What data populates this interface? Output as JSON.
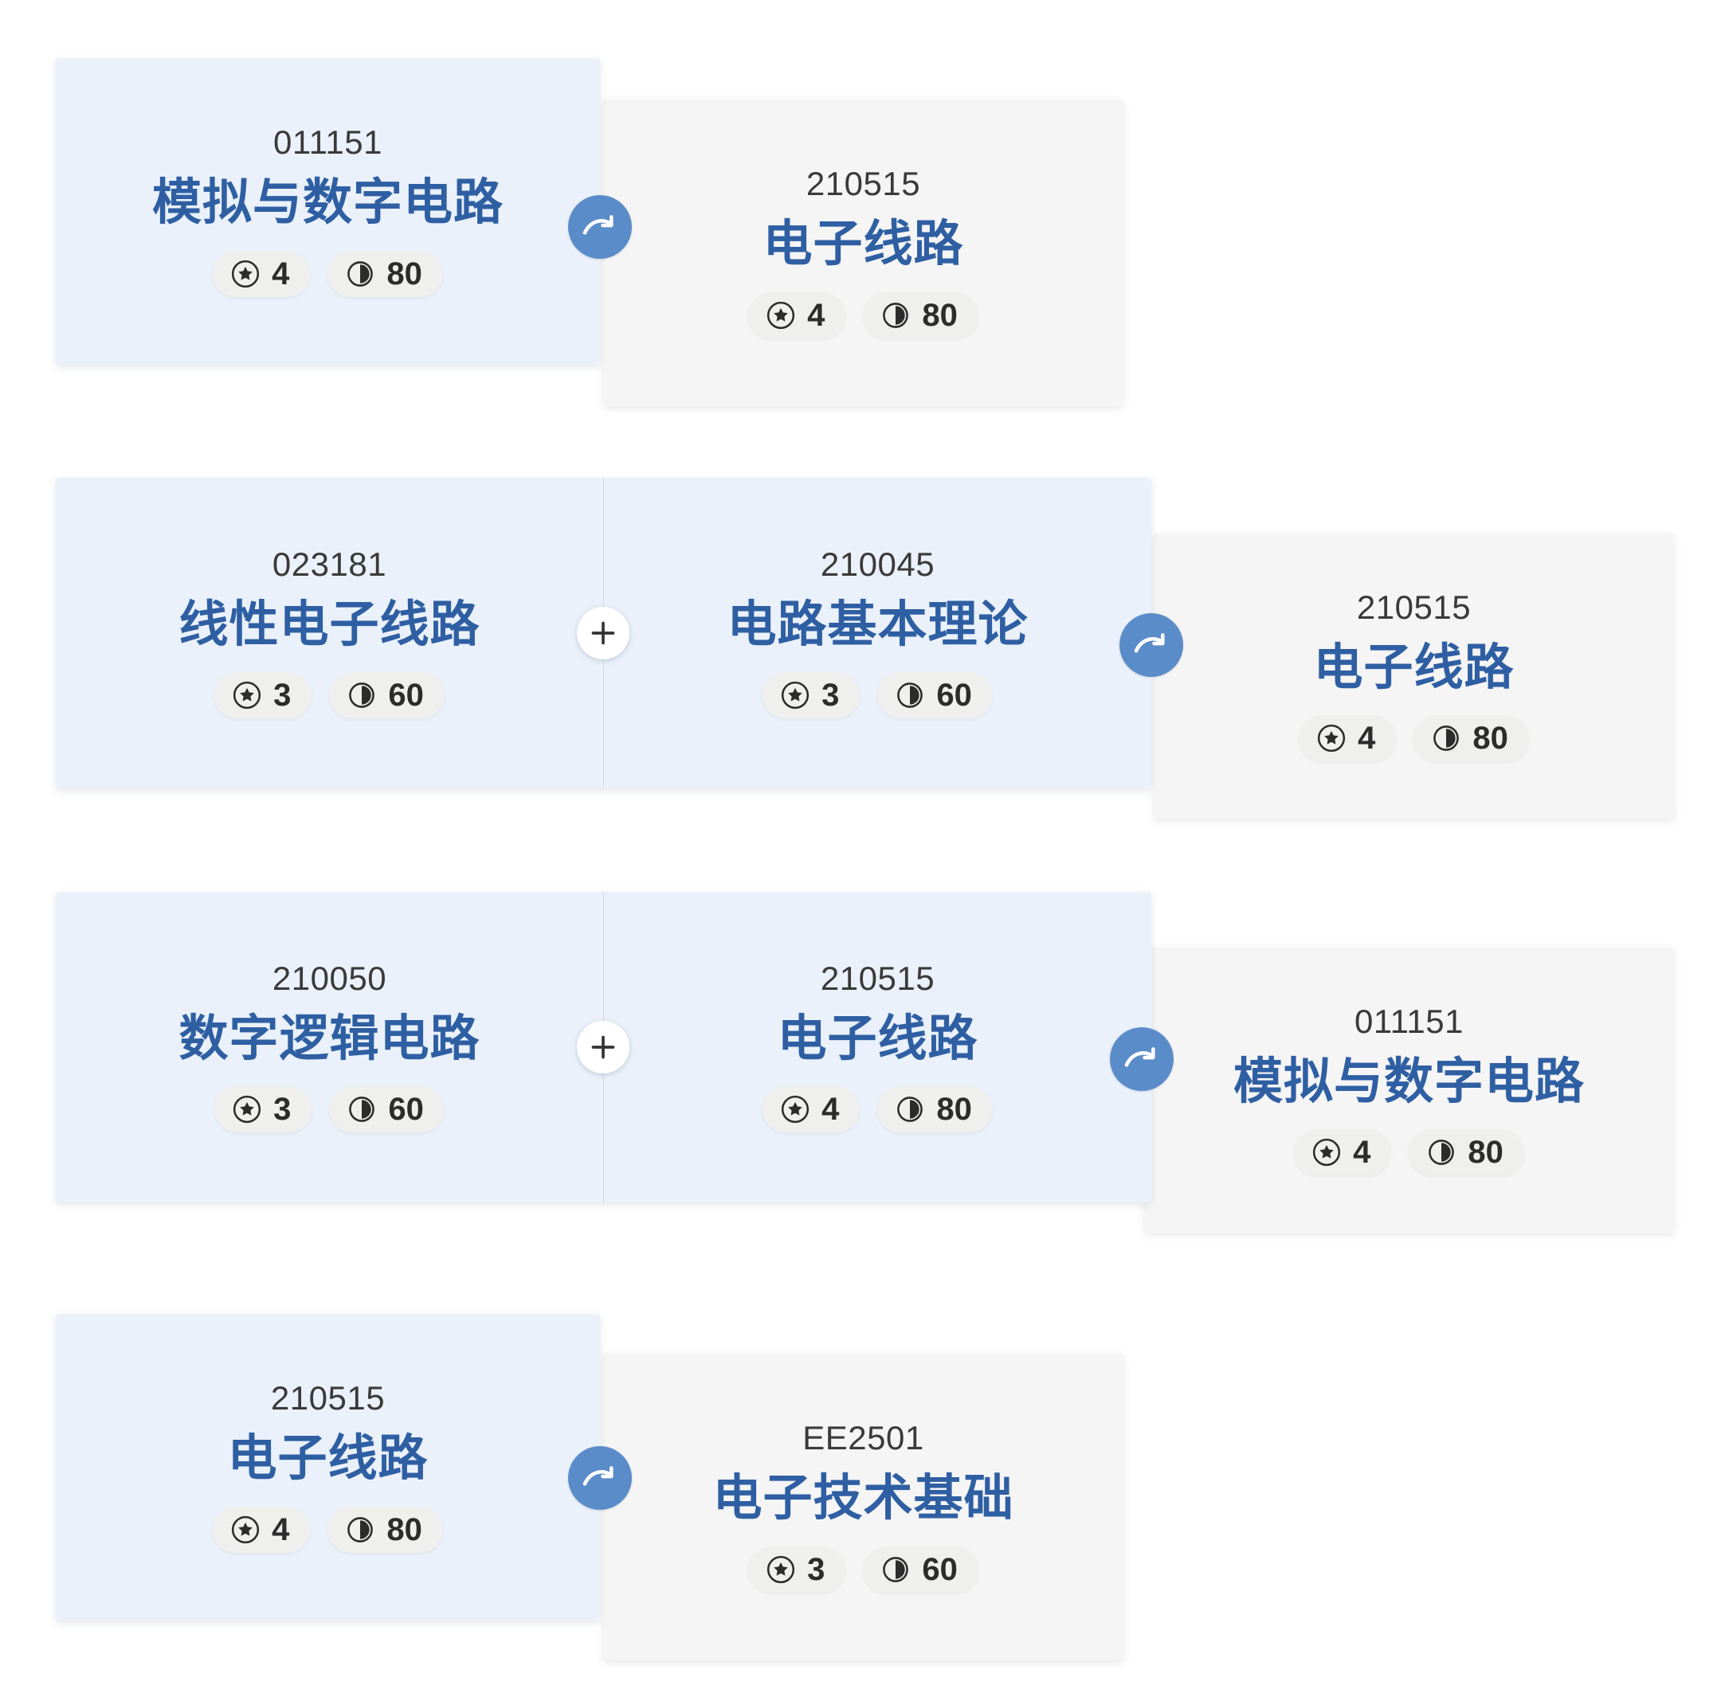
{
  "icons": {
    "credit": "star-in-circle-icon",
    "hours": "clock-pie-icon",
    "map_arrow": "curved-arrow-right-icon",
    "combine": "plus-icon"
  },
  "colors": {
    "source_card_bg": "#eaf1fa",
    "target_card_bg": "#f5f5f5",
    "course_title": "#2f5fa3",
    "course_code": "#3a3a3a",
    "arrow_node": "#5b8cca",
    "badge_bg": "#efefed",
    "page_bg": "#ffffff"
  },
  "rows": [
    {
      "id": "mapping-row-1",
      "sources": [
        {
          "code": "011151",
          "title": "模拟与数字电路",
          "credits": "4",
          "hours": "80"
        }
      ],
      "target": {
        "code": "210515",
        "title": "电子线路",
        "credits": "4",
        "hours": "80"
      }
    },
    {
      "id": "mapping-row-2",
      "sources": [
        {
          "code": "023181",
          "title": "线性电子线路",
          "credits": "3",
          "hours": "60"
        },
        {
          "code": "210045",
          "title": "电路基本理论",
          "credits": "3",
          "hours": "60"
        }
      ],
      "target": {
        "code": "210515",
        "title": "电子线路",
        "credits": "4",
        "hours": "80"
      }
    },
    {
      "id": "mapping-row-3",
      "sources": [
        {
          "code": "210050",
          "title": "数字逻辑电路",
          "credits": "3",
          "hours": "60"
        },
        {
          "code": "210515",
          "title": "电子线路",
          "credits": "4",
          "hours": "80"
        }
      ],
      "target": {
        "code": "011151",
        "title": "模拟与数字电路",
        "credits": "4",
        "hours": "80"
      }
    },
    {
      "id": "mapping-row-4",
      "sources": [
        {
          "code": "210515",
          "title": "电子线路",
          "credits": "4",
          "hours": "80"
        }
      ],
      "target": {
        "code": "EE2501",
        "title": "电子技术基础",
        "credits": "3",
        "hours": "60"
      }
    }
  ]
}
